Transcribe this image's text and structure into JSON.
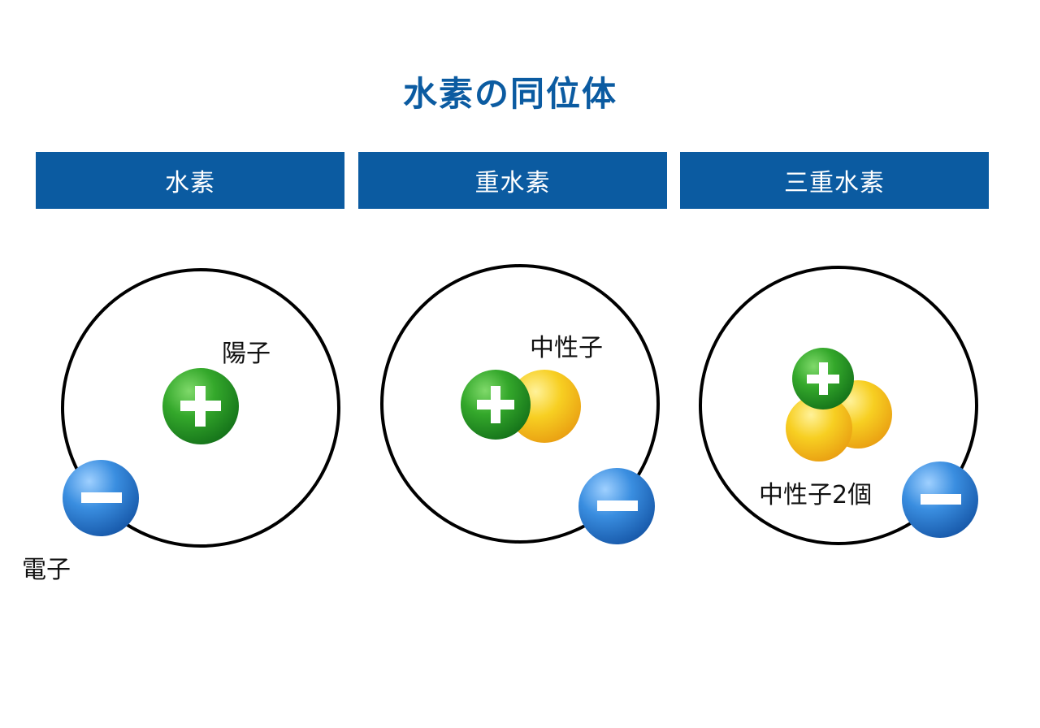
{
  "title": "水素の同位体",
  "columns": [
    {
      "header": "水素"
    },
    {
      "header": "重水素"
    },
    {
      "header": "三重水素"
    }
  ],
  "labels": {
    "proton": "陽子",
    "electron": "電子",
    "neutron": "中性子",
    "two_neutrons": "中性子2個"
  },
  "colors": {
    "header_bg": "#0b5ba1",
    "proton": "#2ea22a",
    "neutron": "#f5c21a",
    "electron": "#2a7fd6"
  }
}
